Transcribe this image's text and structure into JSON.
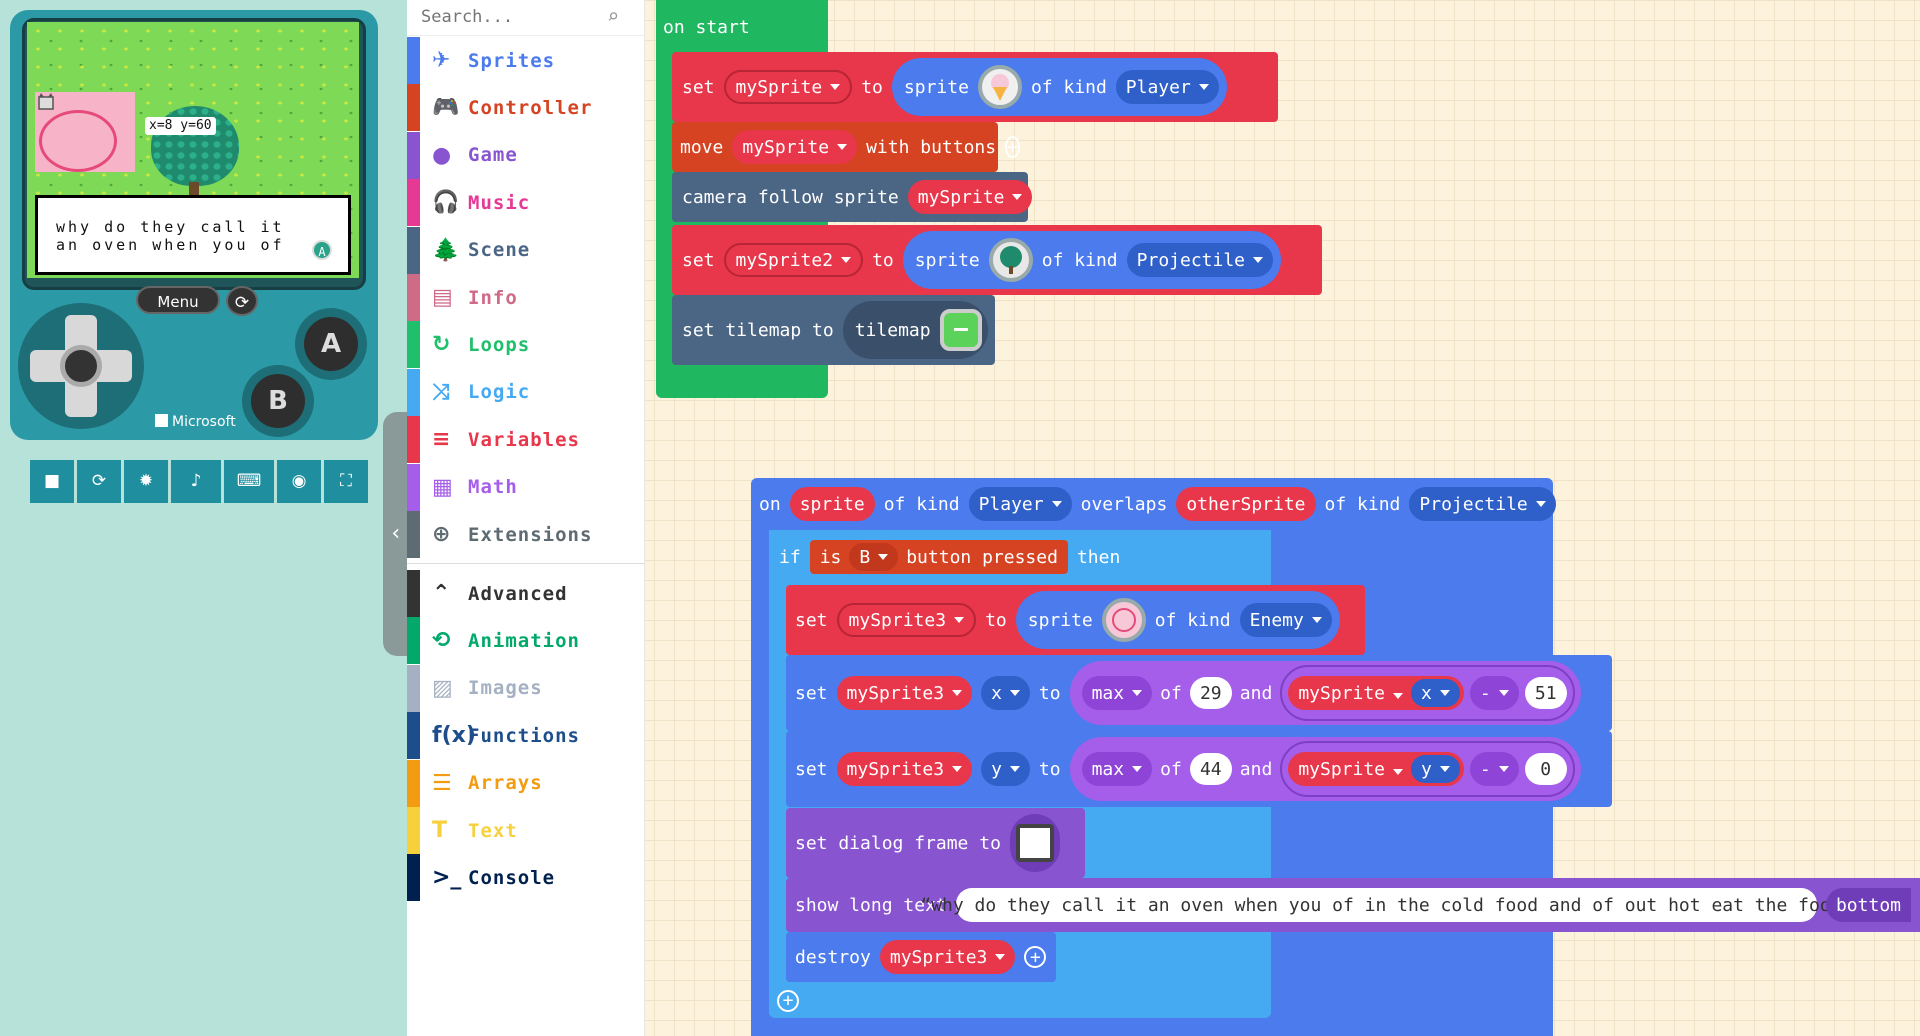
{
  "simulator": {
    "coords_text": "x=8 y=60",
    "dialog_text": "why do they call it\nan oven when you of",
    "a_badge": "A",
    "menu_label": "Menu",
    "reset_icon": "⟳",
    "brand": "Microsoft",
    "button_a": "A",
    "button_b": "B",
    "toolbar_icons": [
      "stop-icon",
      "restart-icon",
      "debug-icon",
      "mute-icon",
      "keyboard-icon",
      "screenshot-icon",
      "fullscreen-icon"
    ],
    "toolbar_glyphs": [
      "■",
      "⟳",
      "✹",
      "♪",
      "⌨",
      "◉",
      "⛶"
    ],
    "collapse_glyph": "‹"
  },
  "toolbox": {
    "search_placeholder": "Search...",
    "categories": [
      {
        "label": "Sprites",
        "icon": "✈",
        "color": "#4b7bec"
      },
      {
        "label": "Controller",
        "icon": "🎮",
        "color": "#d54322"
      },
      {
        "label": "Game",
        "icon": "●",
        "color": "#8854d0"
      },
      {
        "label": "Music",
        "icon": "🎧",
        "color": "#e63994"
      },
      {
        "label": "Scene",
        "icon": "🌲",
        "color": "#4b6584"
      },
      {
        "label": "Info",
        "icon": "▤",
        "color": "#cf6a87"
      },
      {
        "label": "Loops",
        "icon": "↻",
        "color": "#20bf6b"
      },
      {
        "label": "Logic",
        "icon": "⤨",
        "color": "#45aaf2"
      },
      {
        "label": "Variables",
        "icon": "≡",
        "color": "#e8364b"
      },
      {
        "label": "Math",
        "icon": "▦",
        "color": "#a55eea"
      },
      {
        "label": "Extensions",
        "icon": "⊕",
        "color": "#5f6b72"
      }
    ],
    "advanced": [
      {
        "label": "Advanced",
        "icon": "⌃",
        "color": "#333333"
      },
      {
        "label": "Animation",
        "icon": "⟲",
        "color": "#03a86b"
      },
      {
        "label": "Images",
        "icon": "▨",
        "color": "#a5b1c2"
      },
      {
        "label": "Functions",
        "icon": "f(x)",
        "color": "#1e4d8c"
      },
      {
        "label": "Arrays",
        "icon": "☰",
        "color": "#f39c12"
      },
      {
        "label": "Text",
        "icon": "T",
        "color": "#f7d13c"
      },
      {
        "label": "Console",
        "icon": ">_",
        "color": "#002050"
      }
    ]
  },
  "workspace": {
    "on_start": {
      "label": "on start",
      "row1": {
        "set": "set",
        "var": "mySprite",
        "to": "to",
        "sprite": "sprite",
        "of_kind": "of kind",
        "kind": "Player"
      },
      "row2": {
        "move": "move",
        "var": "mySprite",
        "with_buttons": "with buttons"
      },
      "row3": {
        "label": "camera follow sprite",
        "var": "mySprite"
      },
      "row4": {
        "set": "set",
        "var": "mySprite2",
        "to": "to",
        "sprite": "sprite",
        "of_kind": "of kind",
        "kind": "Projectile"
      },
      "row5": {
        "label": "set tilemap to",
        "tilemap": "tilemap"
      }
    },
    "overlap": {
      "on": "on",
      "sprite": "sprite",
      "of_kind": "of kind",
      "kind1": "Player",
      "overlaps": "overlaps",
      "other": "otherSprite",
      "of_kind2": "of kind",
      "kind2": "Projectile",
      "if": "if",
      "is": "is",
      "button": "B",
      "pressed": "button pressed",
      "then": "then",
      "set1": {
        "set": "set",
        "var": "mySprite3",
        "to": "to",
        "sprite": "sprite",
        "of_kind": "of kind",
        "kind": "Enemy"
      },
      "set2": {
        "set": "set",
        "var": "mySprite3",
        "prop": "x",
        "to": "to",
        "fn": "max",
        "of": "of",
        "n1": "29",
        "and": "and",
        "var2": "mySprite",
        "prop2": "x",
        "op": "-",
        "n2": "51"
      },
      "set3": {
        "set": "set",
        "var": "mySprite3",
        "prop": "y",
        "to": "to",
        "fn": "max",
        "of": "of",
        "n1": "44",
        "and": "and",
        "var2": "mySprite",
        "prop2": "y",
        "op": "-",
        "n2": "0"
      },
      "dialog": {
        "label": "set dialog frame to"
      },
      "longtext": {
        "label": "show long text",
        "text": "why do they call it an oven when you of in the cold food and of out hot eat the food",
        "pos": "bottom"
      },
      "destroy": {
        "label": "destroy",
        "var": "mySprite3"
      }
    }
  }
}
